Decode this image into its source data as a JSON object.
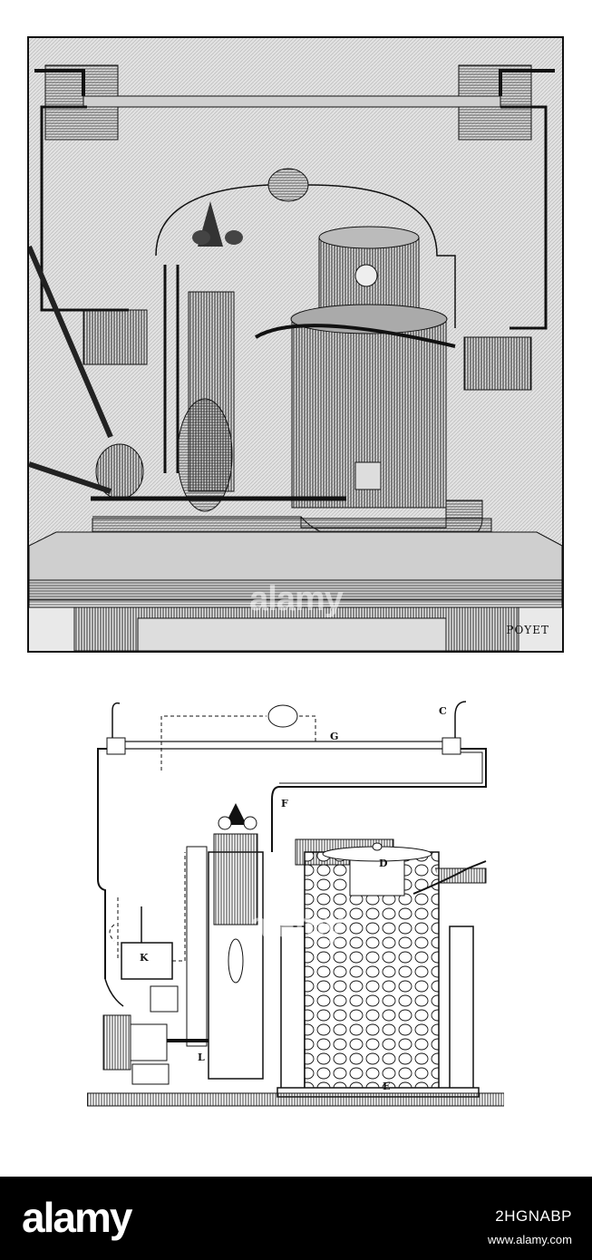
{
  "engraving": {
    "signature": "POYET",
    "watermark": "alamy"
  },
  "diagram": {
    "labels": {
      "c": "C",
      "g": "G",
      "f": "F",
      "d": "D",
      "k": "K",
      "l": "L",
      "e": "E"
    },
    "watermark": "alamy"
  },
  "footer": {
    "logo": "alamy",
    "image_id": "2HGNABP",
    "url": "www.alamy.com"
  }
}
